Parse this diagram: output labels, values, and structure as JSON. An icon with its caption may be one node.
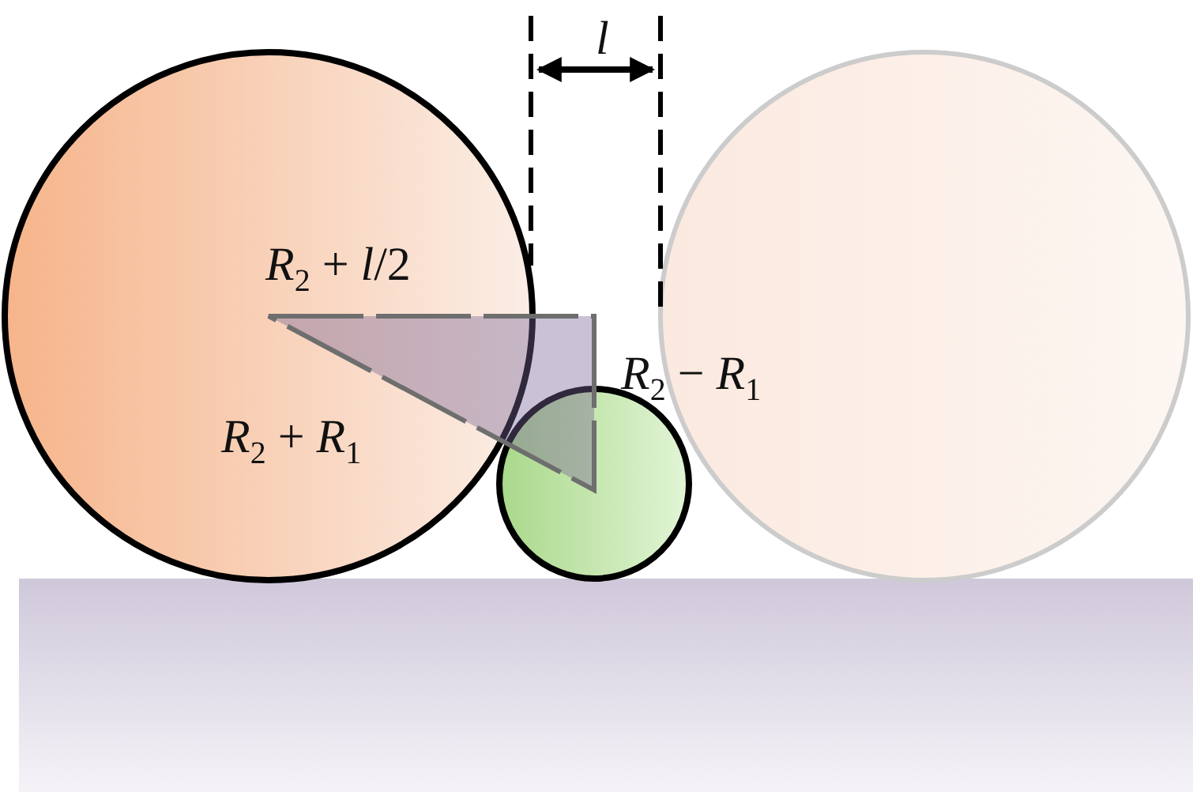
{
  "diagram": {
    "labels": [
      "l",
      "*R*$_{2}$ + *l*/2",
      "*R*$_{2}$ − *R*$_{1}$",
      "*R*$_{2}$ + *R*$_{1}$"
    ]
  }
}
